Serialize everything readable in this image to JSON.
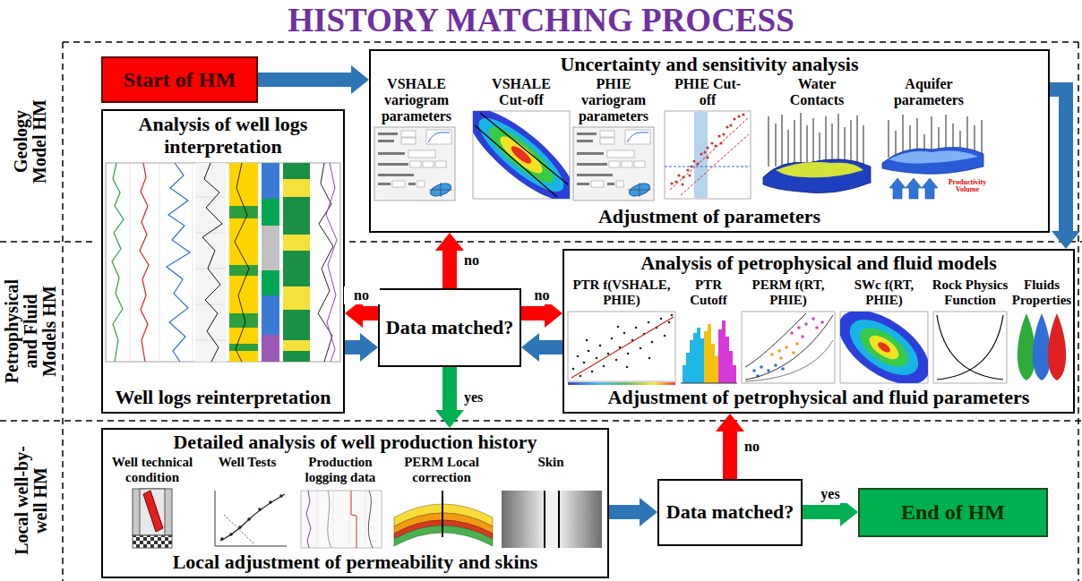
{
  "diagram": {
    "title": "HISTORY MATCHING PROCESS",
    "nodes": [
      {
        "text": [
          "Start of HM"
        ]
      },
      {
        "text": [
          "Uncertainty and sensitivity analysis",
          "VSHALE variogram parameters",
          "VSHALE Cut-off",
          "PHIE variogram parameters",
          "PHIE Cut-off",
          "Water Contacts",
          "Aquifer parameters",
          "Adjustment of parameters"
        ]
      },
      {
        "text": [
          "Analysis of well logs interpretation",
          "Well logs reinterpretation"
        ]
      },
      {
        "text": [
          "Data matched?"
        ]
      },
      {
        "text": [
          "Analysis of petrophysical and fluid models",
          "PTR f(VSHALE, PHIE)",
          "PTR Cutoff",
          "PERM f(RT, PHIE)",
          "SWc f(RT, PHIE)",
          "Rock Physics Function",
          "Fluids Properties",
          "Adjustment of petrophysical and fluid parameters"
        ]
      },
      {
        "text": [
          "Detailed analysis of well production history",
          "Well technical condition",
          "Well Tests",
          "Production logging data",
          "PERM Local correction",
          "Skin",
          "Local adjustment of permeability and skins"
        ]
      },
      {
        "text": [
          "Data matched?"
        ]
      },
      {
        "text": [
          "End of HM"
        ]
      }
    ],
    "edges": [
      {
        "from": 0,
        "to": 1,
        "arrow": "to"
      },
      {
        "from": 1,
        "to": 4,
        "arrow": "to"
      },
      {
        "from": 3,
        "to": 2,
        "arrow": "to",
        "label": "no"
      },
      {
        "from": 2,
        "to": 3,
        "arrow": "to"
      },
      {
        "from": 3,
        "to": 1,
        "arrow": "to",
        "label": "no"
      },
      {
        "from": 3,
        "to": 4,
        "arrow": "to",
        "label": "no"
      },
      {
        "from": 4,
        "to": 3,
        "arrow": "to"
      },
      {
        "from": 3,
        "to": 5,
        "arrow": "to",
        "label": "yes"
      },
      {
        "from": 5,
        "to": 6,
        "arrow": "to"
      },
      {
        "from": 6,
        "to": 4,
        "arrow": "to",
        "label": "no"
      },
      {
        "from": 6,
        "to": 7,
        "arrow": "to",
        "label": "yes"
      }
    ],
    "labels": [
      "Geology Model HM",
      "Petrophysical and Fluid Models HM",
      "Local well-by-well HM",
      "Productivity Volume"
    ]
  }
}
